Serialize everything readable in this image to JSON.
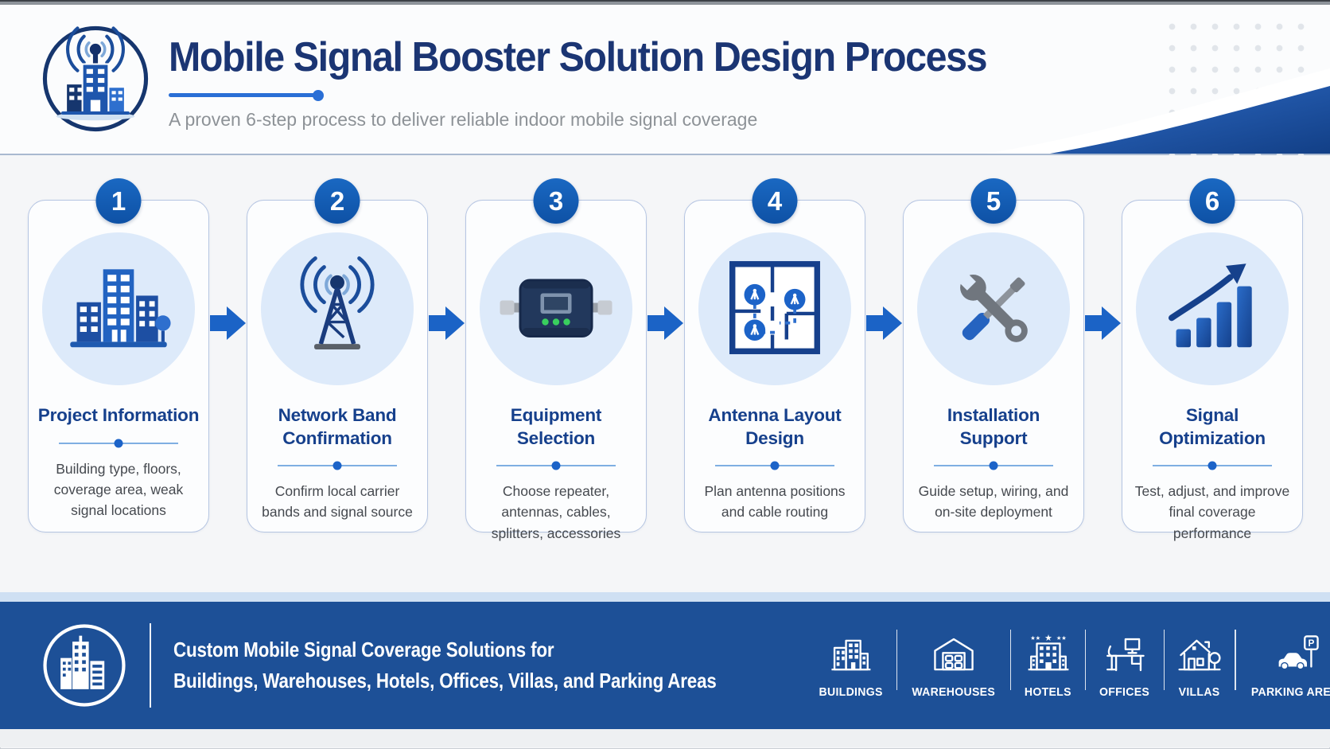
{
  "header": {
    "title": "Mobile Signal Booster Solution Design Process",
    "subtitle": "A proven 6-step process to deliver reliable indoor mobile signal coverage"
  },
  "steps": [
    {
      "number": "1",
      "title": "Project Information",
      "description": "Building type, floors, coverage area, weak signal locations",
      "icon": "city-buildings-icon"
    },
    {
      "number": "2",
      "title": "Network Band Confirmation",
      "description": "Confirm local carrier bands and signal source",
      "icon": "radio-tower-icon"
    },
    {
      "number": "3",
      "title": "Equipment Selection",
      "description": "Choose repeater, antennas, cables, splitters, accessories",
      "icon": "signal-repeater-icon"
    },
    {
      "number": "4",
      "title": "Antenna Layout Design",
      "description": "Plan antenna positions and cable routing",
      "icon": "floor-plan-icon"
    },
    {
      "number": "5",
      "title": "Installation Support",
      "description": "Guide setup, wiring, and on-site deployment",
      "icon": "tools-icon"
    },
    {
      "number": "6",
      "title": "Signal Optimization",
      "description": "Test, adjust, and improve final coverage performance",
      "icon": "growth-chart-icon"
    }
  ],
  "footer": {
    "tagline_line1": "Custom Mobile Signal Coverage Solutions for",
    "tagline_line2": "Buildings, Warehouses, Hotels, Offices, Villas, and Parking Areas",
    "categories": [
      {
        "label": "BUILDINGS",
        "icon": "buildings-icon"
      },
      {
        "label": "WAREHOUSES",
        "icon": "warehouse-icon"
      },
      {
        "label": "HOTELS",
        "icon": "hotel-icon"
      },
      {
        "label": "OFFICES",
        "icon": "office-desk-icon"
      },
      {
        "label": "VILLAS",
        "icon": "villa-icon"
      },
      {
        "label": "PARKING AREAS",
        "icon": "parking-icon"
      }
    ]
  },
  "colors": {
    "accent_blue": "#1c63c8",
    "navy_title": "#1b3573",
    "card_title_blue": "#16408c",
    "footer_blue": "#1d5097",
    "icon_circle_bg": "#ddeafa",
    "body_text": "#45494f",
    "led_green": "#39d05e"
  }
}
